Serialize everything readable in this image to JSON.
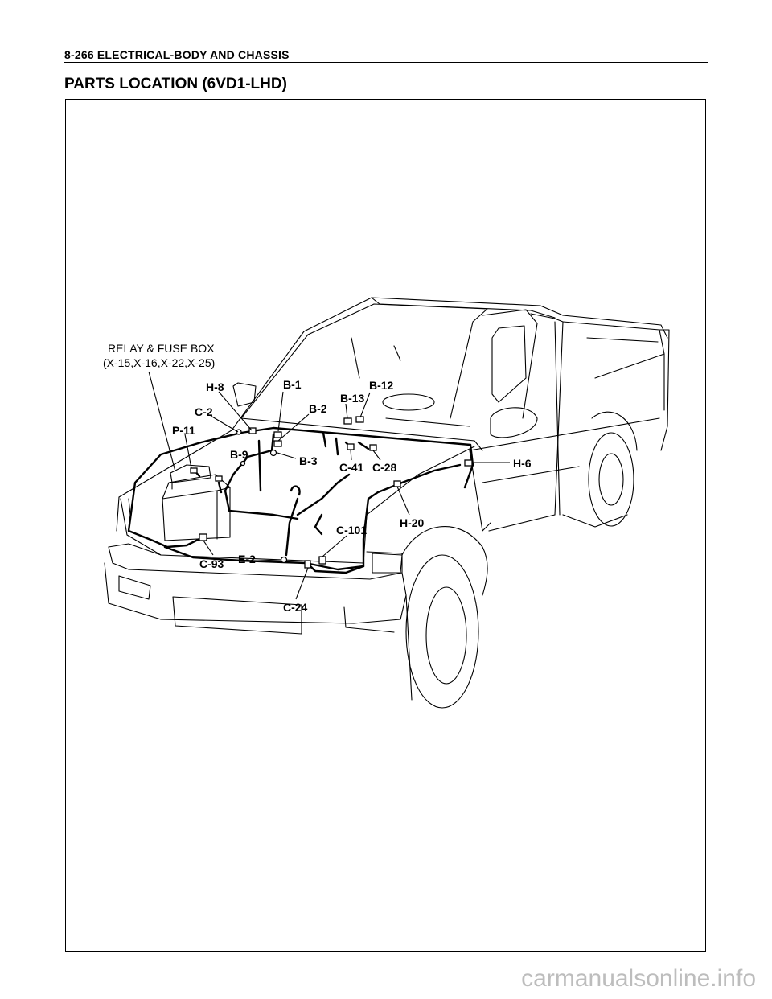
{
  "header": {
    "page_ref": "8-266  ELECTRICAL-BODY AND CHASSIS"
  },
  "title": "PARTS LOCATION (6VD1-LHD)",
  "diagram": {
    "relay_line1": "RELAY & FUSE BOX",
    "relay_line2": "(X-15,X-16,X-22,X-25)",
    "connectors": {
      "h8": "H-8",
      "b1": "B-1",
      "b12": "B-12",
      "b13": "B-13",
      "b2": "B-2",
      "c2": "C-2",
      "p11": "P-11",
      "b9": "B-9",
      "b3": "B-3",
      "c41": "C-41",
      "c28": "C-28",
      "h6": "H-6",
      "h20": "H-20",
      "c101": "C-101",
      "e2": "E-2",
      "c93": "C-93",
      "c24": "C-24"
    }
  },
  "watermark": "carmanualsonline.info"
}
